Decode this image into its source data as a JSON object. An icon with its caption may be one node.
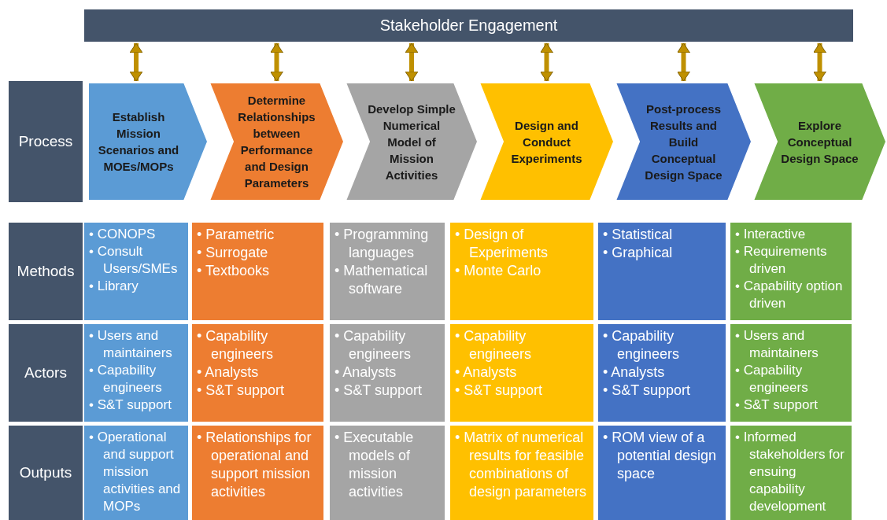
{
  "diagram": {
    "nodes": [
      {
        "text": [
          "Stakeholder Engagement"
        ]
      },
      {
        "text": [
          "Process"
        ]
      },
      {
        "text": [
          "Establish Mission Scenarios and MOEs/MOPs"
        ]
      },
      {
        "text": [
          "Determine Relationships between Performance and Design Parameters"
        ]
      },
      {
        "text": [
          "Develop Simple Numerical Model of Mission Activities"
        ]
      },
      {
        "text": [
          "Design and Conduct Experiments"
        ]
      },
      {
        "text": [
          "Post-process Results and Build Conceptual Design Space"
        ]
      },
      {
        "text": [
          "Explore Conceptual Design Space"
        ]
      },
      {
        "text": [
          "Methods"
        ]
      },
      {
        "text": [
          "• CONOPS",
          "• Consult Users/SMEs",
          "• Library"
        ]
      },
      {
        "text": [
          "• Parametric",
          "• Surrogate",
          "• Textbooks"
        ]
      },
      {
        "text": [
          "• Programming languages",
          "• Mathematical software"
        ]
      },
      {
        "text": [
          "• Design of Experiments",
          "• Monte Carlo"
        ]
      },
      {
        "text": [
          "• Statistical",
          "• Graphical"
        ]
      },
      {
        "text": [
          "• Interactive",
          "• Requirements driven",
          "• Capability option driven"
        ]
      },
      {
        "text": [
          "Actors"
        ]
      },
      {
        "text": [
          "• Users and maintainers",
          "• Capability engineers",
          "• S&T support"
        ]
      },
      {
        "text": [
          "• Capability engineers",
          "• Analysts",
          "• S&T support"
        ]
      },
      {
        "text": [
          "• Capability engineers",
          "• Analysts",
          "• S&T support"
        ]
      },
      {
        "text": [
          "• Capability engineers",
          "• Analysts",
          "• S&T support"
        ]
      },
      {
        "text": [
          "• Capability engineers",
          "• Analysts",
          "• S&T support"
        ]
      },
      {
        "text": [
          "• Users and maintainers",
          "• Capability engineers",
          "• S&T support"
        ]
      },
      {
        "text": [
          "Outputs"
        ]
      },
      {
        "text": [
          "• Operational and support mission activities and MOPs"
        ]
      },
      {
        "text": [
          "• Relationships for operational and support mission activities"
        ]
      },
      {
        "text": [
          "• Executable models of mission activities"
        ]
      },
      {
        "text": [
          "• Matrix of numerical results for feasible combinations of design parameters"
        ]
      },
      {
        "text": [
          "• ROM view of a potential design space"
        ]
      },
      {
        "text": [
          "• Informed stakeholders for ensuing capability development"
        ]
      }
    ],
    "edges": [
      {
        "from": 0,
        "to": 2,
        "arrow": "both"
      },
      {
        "from": 0,
        "to": 3,
        "arrow": "both"
      },
      {
        "from": 0,
        "to": 4,
        "arrow": "both"
      },
      {
        "from": 0,
        "to": 5,
        "arrow": "both"
      },
      {
        "from": 0,
        "to": 6,
        "arrow": "both"
      },
      {
        "from": 0,
        "to": 7,
        "arrow": "both"
      }
    ]
  }
}
